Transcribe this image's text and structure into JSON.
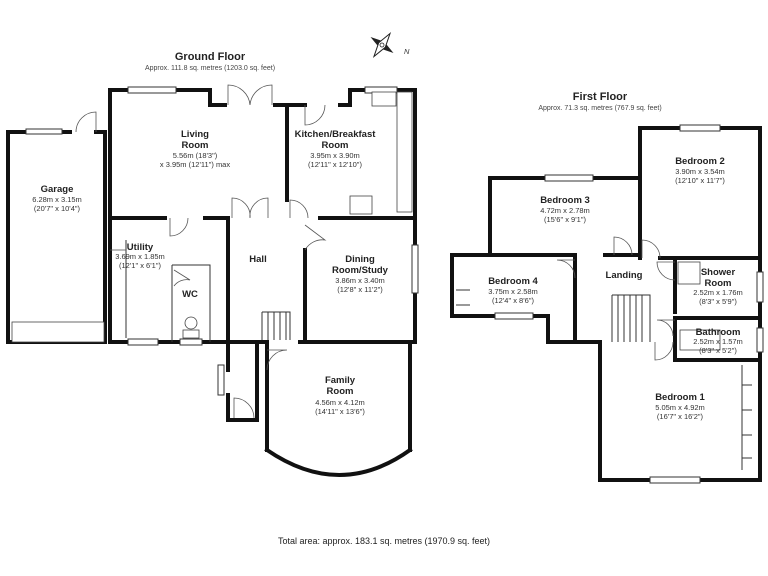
{
  "ground_floor": {
    "title": "Ground Floor",
    "area": "Approx. 111.8 sq. metres (1203.0 sq. feet)",
    "rooms": [
      {
        "name": "Garage",
        "dims": [
          "6.28m x 3.15m",
          "(20'7\" x 10'4\")"
        ]
      },
      {
        "name": "Living Room",
        "dims": [
          "5.56m (18'3\")",
          "x 3.95m (12'11\") max"
        ]
      },
      {
        "name": "Kitchen/Breakfast Room",
        "dims": [
          "3.95m x 3.90m",
          "(12'11\" x 12'10\")"
        ]
      },
      {
        "name": "Utility",
        "dims": [
          "3.69m x 1.85m",
          "(12'1\" x 6'1\")"
        ]
      },
      {
        "name": "WC",
        "dims": []
      },
      {
        "name": "Hall",
        "dims": []
      },
      {
        "name": "Dining Room/Study",
        "dims": [
          "3.86m x 3.40m",
          "(12'8\" x 11'2\")"
        ]
      },
      {
        "name": "Family Room",
        "dims": [
          "4.56m x 4.12m",
          "(14'11\" x 13'6\")"
        ]
      }
    ]
  },
  "first_floor": {
    "title": "First Floor",
    "area": "Approx. 71.3 sq. metres (767.9 sq. feet)",
    "rooms": [
      {
        "name": "Bedroom 2",
        "dims": [
          "3.90m x 3.54m",
          "(12'10\" x 11'7\")"
        ]
      },
      {
        "name": "Bedroom 3",
        "dims": [
          "4.72m x 2.78m",
          "(15'6\" x 9'1\")"
        ]
      },
      {
        "name": "Bedroom 4",
        "dims": [
          "3.75m x 2.58m",
          "(12'4\" x 8'6\")"
        ]
      },
      {
        "name": "Landing",
        "dims": []
      },
      {
        "name": "Shower Room",
        "dims": [
          "2.52m x 1.76m",
          "(8'3\" x 5'9\")"
        ]
      },
      {
        "name": "Bathroom",
        "dims": [
          "2.52m x 1.57m",
          "(8'3\" x 5'2\")"
        ]
      },
      {
        "name": "Bedroom 1",
        "dims": [
          "5.05m x 4.92m",
          "(16'7\" x 16'2\")"
        ]
      }
    ]
  },
  "compass": {
    "label": "N"
  },
  "total_area": "Total area: approx. 183.1 sq. metres (1970.9 sq. feet)"
}
